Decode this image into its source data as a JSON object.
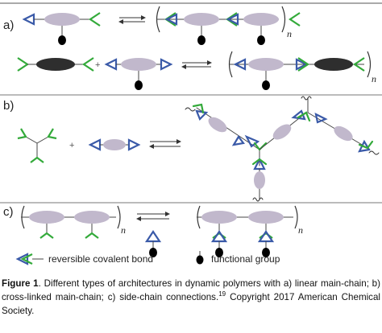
{
  "figure": {
    "panel_labels": [
      "a)",
      "b)",
      "c)"
    ],
    "repeat_subscript": "n",
    "plus_sign": "+",
    "legend": {
      "reversible_bond": "reversible covalent bond",
      "functional_group": "functional group"
    },
    "colors": {
      "triangle_blue": "#3a5aa8",
      "bond_green": "#33aa3a",
      "monomer_grey": "#c1b8cc",
      "dark_monomer": "#2e2e2e",
      "functional_black": "#000000"
    }
  },
  "caption": {
    "label": "Figure 1",
    "text": ". Different types of architectures in dynamic polymers with a) linear main-chain; b) cross-linked main-chain; c) side-chain connections.",
    "ref": "19",
    "text_after": " Copyright 2017 American Chemical Society."
  }
}
